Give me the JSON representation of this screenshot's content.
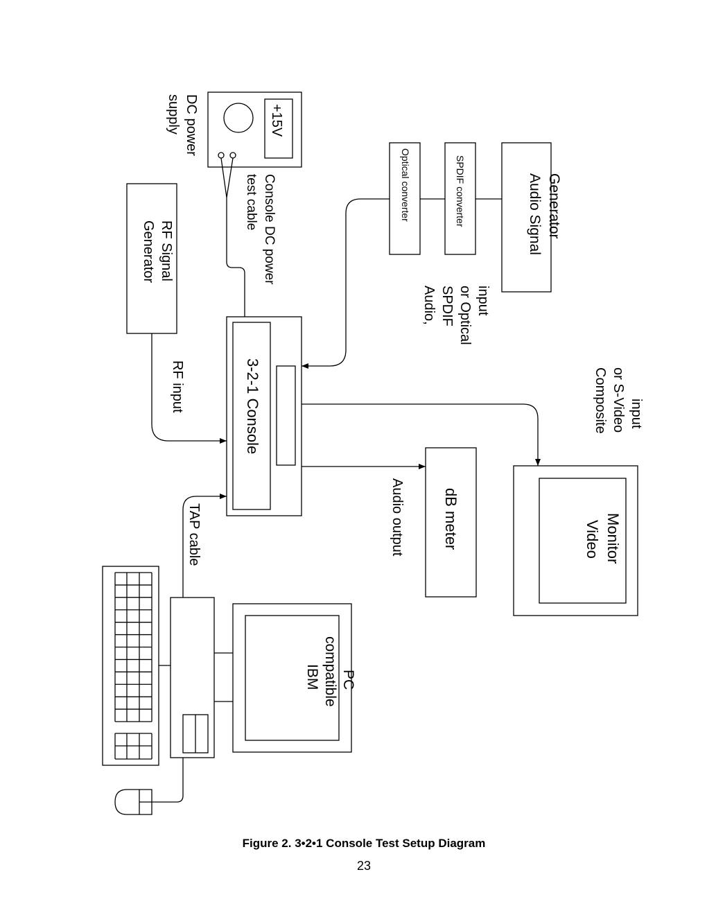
{
  "diagram": {
    "components": {
      "power_supply_title": [
        "DC power",
        "supply"
      ],
      "power_supply_display": "+15V",
      "rf_generator": [
        "RF Signal",
        "Generator"
      ],
      "optical_converter": "Optical converter",
      "spdif_converter": "SPDIF converter",
      "audio_generator": [
        "Audio Signal",
        "Generator"
      ],
      "console": "3-2-1 Console",
      "db_meter": "dB meter",
      "video_monitor": [
        "Video",
        "Monitor"
      ],
      "pc": [
        "IBM",
        "compatible",
        "PC"
      ]
    },
    "connections": {
      "power_cable": [
        "Console DC power",
        "test cable"
      ],
      "audio_input": [
        "Audio,",
        "SPDIF",
        "or Optical",
        "input"
      ],
      "video_input": [
        "Composite",
        "or S-Video",
        "input"
      ],
      "rf_input": "RF input",
      "audio_output": "Audio output",
      "tap_cable": "TAP cable"
    }
  },
  "caption": "Figure 2. 3•2•1 Console Test Setup Diagram",
  "page_number": "23"
}
